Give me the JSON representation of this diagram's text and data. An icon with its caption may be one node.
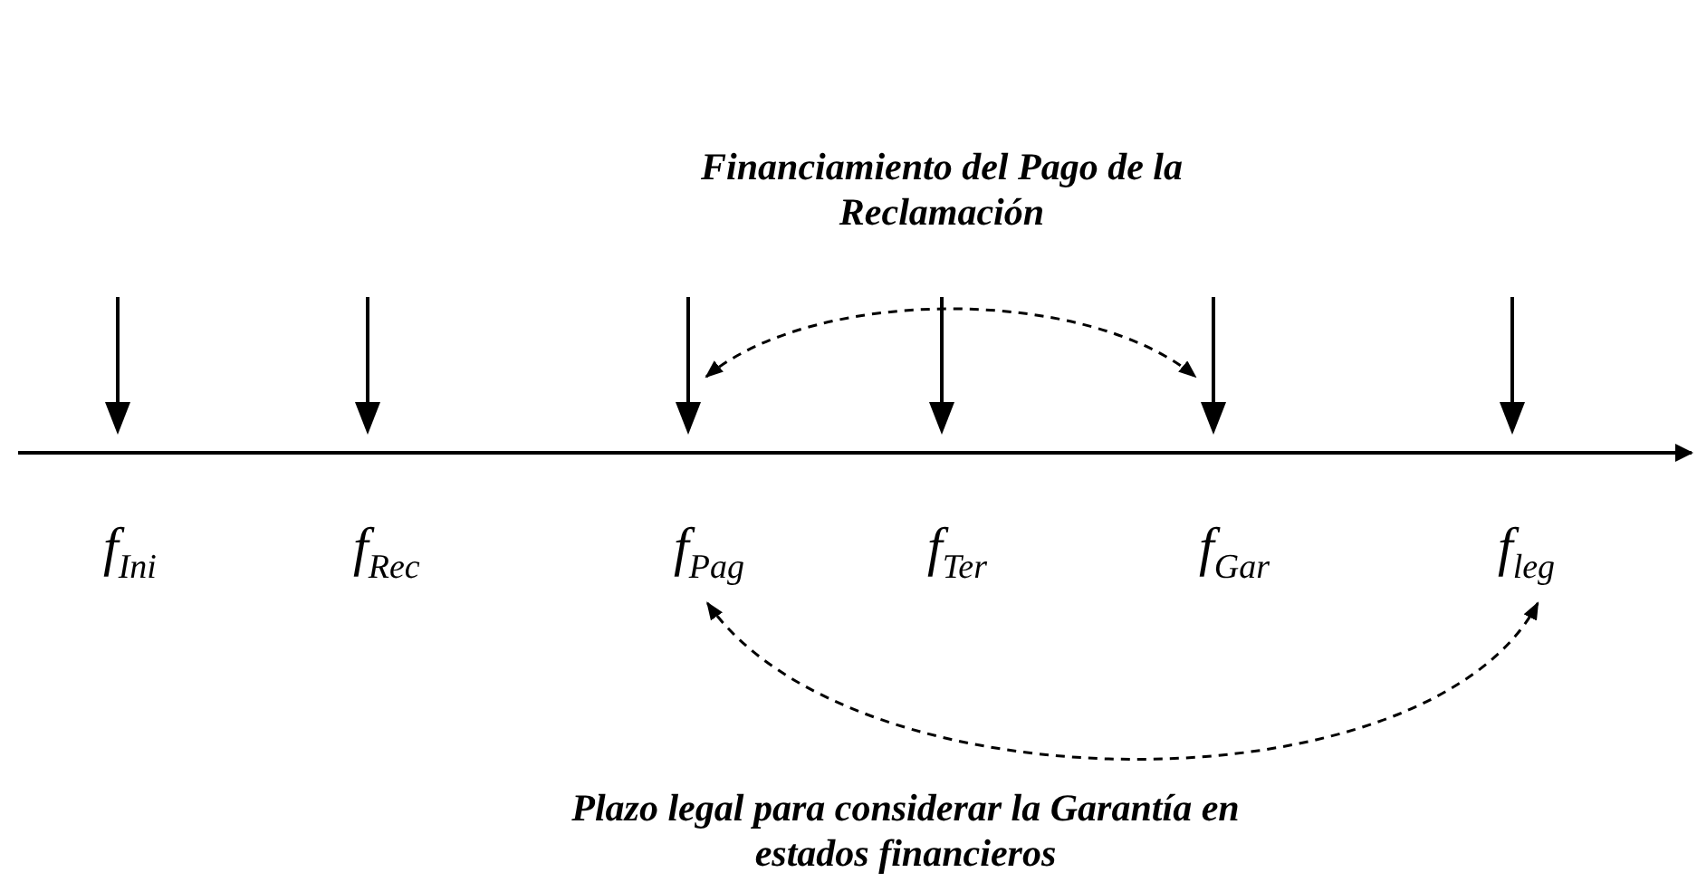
{
  "diagram": {
    "nodes": [
      {
        "text": [
          "*f*$_{Ini}$"
        ]
      },
      {
        "text": [
          "*f*$_{Rec}$"
        ]
      },
      {
        "text": [
          "*f*$_{Pag}$"
        ]
      },
      {
        "text": [
          "*f*$_{Ter}$"
        ]
      },
      {
        "text": [
          "*f*$_{Gar}$"
        ]
      },
      {
        "text": [
          "*f*$_{leg}$"
        ]
      },
      {
        "text": [],
        "shape": "arrow"
      },
      {
        "text": [],
        "shape": "arrow"
      },
      {
        "text": [],
        "shape": "arrow"
      },
      {
        "text": [],
        "shape": "arrow"
      },
      {
        "text": [],
        "shape": "arrow"
      },
      {
        "text": [],
        "shape": "arrow"
      }
    ],
    "edges": [
      {
        "from": 8,
        "to": 10,
        "arrow": "both",
        "style": "dashed",
        "label": "Financiamiento del Pago de la Reclamación"
      },
      {
        "from": 2,
        "to": 5,
        "arrow": "both",
        "style": "dashed",
        "label": "Plazo legal para considerar la Garantía en estados financieros"
      }
    ]
  }
}
